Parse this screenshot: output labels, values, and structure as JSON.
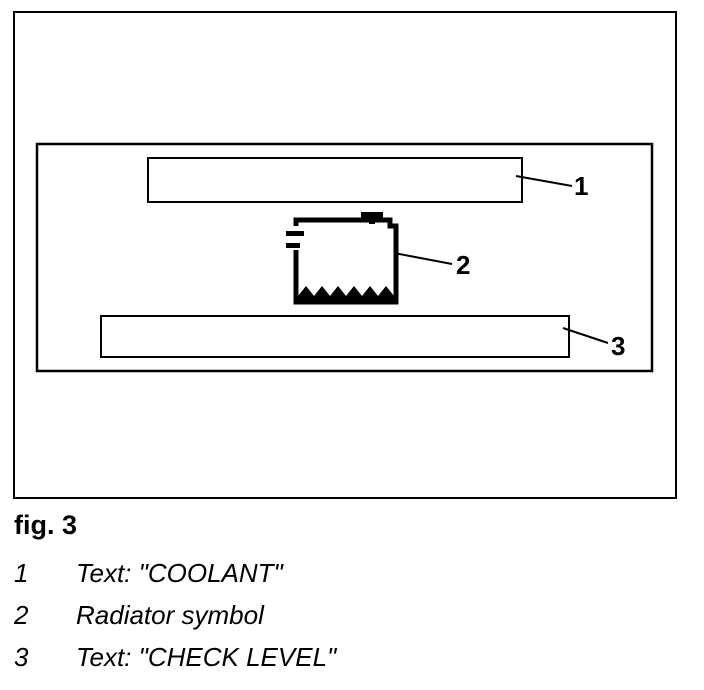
{
  "figure": {
    "label": "fig. 3"
  },
  "callouts": [
    {
      "number": "1"
    },
    {
      "number": "2"
    },
    {
      "number": "3"
    }
  ],
  "legend": [
    {
      "number": "1",
      "text": "Text: \"COOLANT\""
    },
    {
      "number": "2",
      "text": "Radiator symbol"
    },
    {
      "number": "3",
      "text": "Text: \"CHECK LEVEL\""
    }
  ],
  "icons": {
    "radiator": "radiator-icon"
  },
  "colors": {
    "line": "#000000",
    "background": "#ffffff"
  }
}
